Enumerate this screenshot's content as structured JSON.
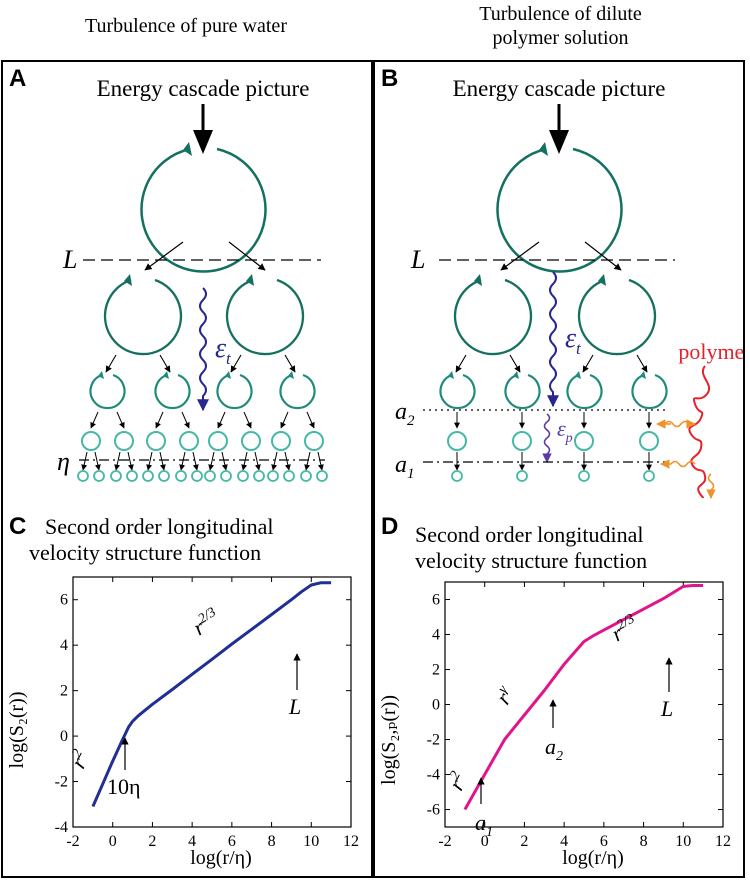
{
  "headers": {
    "left": "Turbulence of pure water",
    "right_line1": "Turbulence of dilute",
    "right_line2": "polymer solution"
  },
  "panel_a": {
    "label": "A",
    "title": "Energy cascade picture",
    "L_label": "L",
    "eps_label": "ε",
    "eps_sub": "t",
    "eta_label": "η"
  },
  "panel_b": {
    "label": "B",
    "title": "Energy cascade picture",
    "L_label": "L",
    "eps_label": "ε",
    "eps_sub": "t",
    "epsp_label": "ε",
    "epsp_sub": "p",
    "a2_label": "a",
    "a2_sub": "2",
    "a1_label": "a",
    "a1_sub": "1",
    "polymer_label": "polymer"
  },
  "panel_c": {
    "label": "C",
    "title_line1": "Second order longitudinal",
    "title_line2": "velocity structure function",
    "ylabel": "log(S₂(r))",
    "xlabel": "log(r/η)",
    "ann_r2": "r",
    "ann_r2_exp": "2",
    "ann_r23": "r",
    "ann_r23_exp": "2/3",
    "ann_10eta": "10η",
    "ann_L": "L"
  },
  "panel_d": {
    "label": "D",
    "title_line1": "Second order longitudinal",
    "title_line2": "velocity structure function",
    "ylabel": "log(S₂,ₚ(r))",
    "xlabel": "log(r/η)",
    "ann_r2": "r",
    "ann_r2_exp": "2",
    "ann_rg": "r",
    "ann_rg_exp": "γ",
    "ann_r23": "r",
    "ann_r23_exp": "2/3",
    "ann_a1": "a",
    "ann_a1_sub": "1",
    "ann_a2": "a",
    "ann_a2_sub": "2",
    "ann_L": "L"
  },
  "colors": {
    "eddy": "#14705f",
    "small_eddy": "#45b9a6",
    "energy": "#27278f",
    "polymer": "#e8202a",
    "orange": "#f0922b",
    "line_c": "#1f2f93",
    "line_d": "#e0158c"
  },
  "chart_data": [
    {
      "type": "line",
      "title": "Second order longitudinal velocity structure function",
      "xlabel": "log(r/η)",
      "ylabel": "log(S₂(r))",
      "xlim": [
        -2,
        12
      ],
      "ylim": [
        -4,
        7
      ],
      "xticks": [
        -2,
        0,
        2,
        4,
        6,
        8,
        10,
        12
      ],
      "yticks": [
        -4,
        -2,
        0,
        2,
        4,
        6
      ],
      "x": [
        -1,
        -0.5,
        0,
        0.5,
        0.8,
        1,
        1.3,
        2,
        3,
        4,
        5,
        6,
        7,
        8,
        9,
        9.5,
        10,
        10.5,
        11
      ],
      "y": [
        -3.1,
        -2.1,
        -1.1,
        -0.15,
        0.4,
        0.65,
        0.9,
        1.4,
        2.05,
        2.72,
        3.38,
        4.05,
        4.7,
        5.35,
        6.0,
        6.35,
        6.65,
        6.75,
        6.75
      ]
    },
    {
      "type": "line",
      "title": "Second order longitudinal velocity structure function",
      "xlabel": "log(r/η)",
      "ylabel": "log(S₂,ₚ(r))",
      "xlim": [
        -2,
        12
      ],
      "ylim": [
        -7,
        7
      ],
      "xticks": [
        -2,
        0,
        2,
        4,
        6,
        8,
        10,
        12
      ],
      "yticks": [
        -6,
        -4,
        -2,
        0,
        2,
        4,
        6
      ],
      "x": [
        -1,
        0,
        1,
        2,
        3,
        4,
        5,
        5.5,
        6,
        7,
        8,
        9,
        9.5,
        10,
        10.5,
        11
      ],
      "y": [
        -6,
        -4,
        -2,
        -0.6,
        0.8,
        2.3,
        3.6,
        3.95,
        4.25,
        4.85,
        5.45,
        6.05,
        6.4,
        6.75,
        6.8,
        6.8
      ]
    }
  ]
}
